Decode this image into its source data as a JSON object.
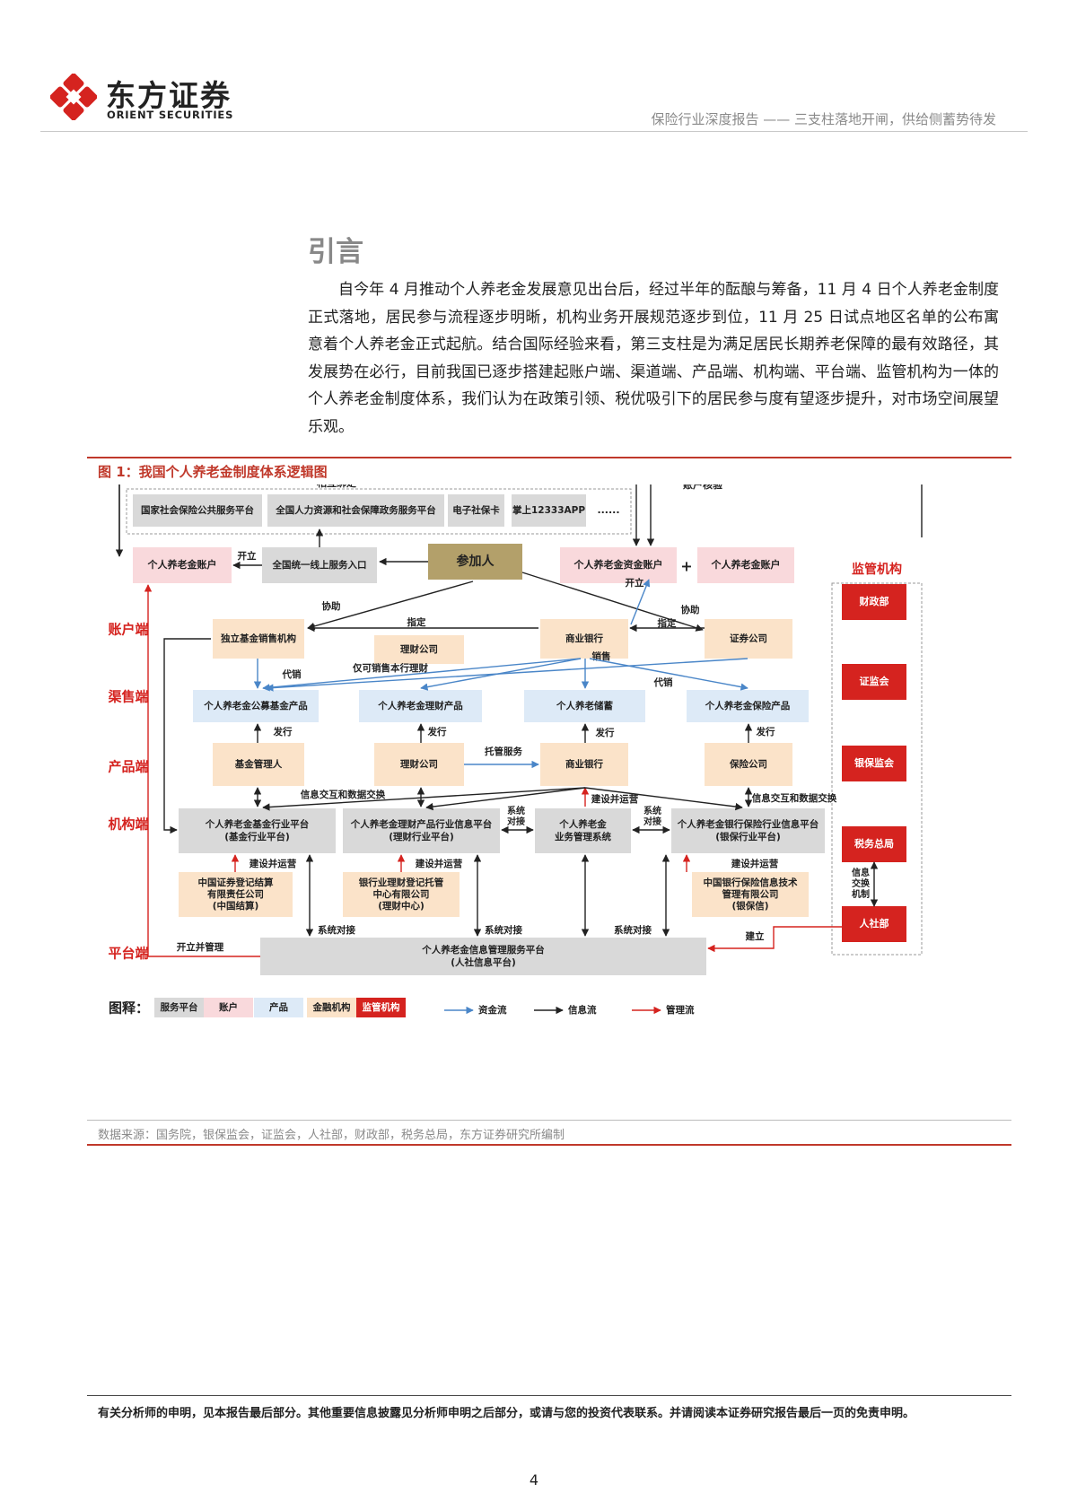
{
  "brand": {
    "name_cn": "东方证券",
    "name_en": "ORIENT SECURITIES",
    "colors": {
      "red": "#d5231f",
      "dark": "#222222"
    }
  },
  "header": {
    "title": "保险行业深度报告 —— 三支柱落地开闸，供给侧蓄势待发"
  },
  "section": {
    "title": "引言",
    "body": "自今年 4 月推动个人养老金发展意见出台后，经过半年的酝酿与筹备，11 月 4 日个人养老金制度正式落地，居民参与流程逐步明晰，机构业务开展规范逐步到位，11 月 25 日试点地区名单的公布寓意着个人养老金正式起航。结合国际经验来看，第三支柱是为满足居民长期养老保障的最有效路径，其发展势在必行，目前我国已逐步搭建起账户端、渠道端、产品端、机构端、平台端、监管机构为一体的个人养老金制度体系，我们认为在政策引领、税优吸引下的居民参与度有望逐步提升，对市场空间展望乐观。"
  },
  "figure": {
    "title": "图 1：我国个人养老金制度体系逻辑图",
    "colors": {
      "service": "#d9d9d9",
      "account": "#f9d9dc",
      "product": "#ddeaf7",
      "finance": "#fbe3c9",
      "regulator": "#d5231f",
      "participant": "#b3a06a",
      "label_red": "#d5231f",
      "money_flow": "#4a86c8",
      "info_flow": "#222222",
      "mgmt_flow": "#d5231f"
    },
    "left_labels": [
      "账户端",
      "渠售端",
      "产品端",
      "机构端",
      "平台端"
    ],
    "top_note": "相互绑定",
    "verify_note": "账户核验",
    "services": [
      "国家社会保险公共服务平台",
      "全国人力资源和社会保障政务服务平台",
      "电子社保卡",
      "掌上12333APP",
      "......"
    ],
    "nodes": {
      "account_left": "个人养老金账户",
      "entry": "全国统一线上服务入口",
      "participant": "参加人",
      "fund_account": "个人养老金资金账户",
      "plus": "+",
      "account_right": "个人养老金账户",
      "indep_fund": "独立基金销售机构",
      "wm_co_channel": "理财公司",
      "bank_channel": "商业银行",
      "securities": "证券公司",
      "prod_fund": "个人养老金公募基金产品",
      "prod_wm": "个人养老金理财产品",
      "prod_savings": "个人养老储蓄",
      "prod_ins": "个人养老金保险产品",
      "fund_mgr": "基金管理人",
      "wm_co": "理财公司",
      "bank_inst": "商业银行",
      "insurer": "保险公司",
      "plat_fund": [
        "个人养老金基金行业平台",
        "(基金行业平台)"
      ],
      "plat_wm": [
        "个人养老金理财产品行业信息平台",
        "(理财行业平台)"
      ],
      "plat_biz": [
        "个人养老金",
        "业务管理系统"
      ],
      "plat_ins": [
        "个人养老金银行保险行业信息平台",
        "(银保行业平台)"
      ],
      "op_fund": [
        "中国证券登记结算",
        "有限责任公司",
        "(中国结算)"
      ],
      "op_wm": [
        "银行业理财登记托管",
        "中心有限公司",
        "(理财中心)"
      ],
      "op_ins": [
        "中国银行保险信息技术",
        "管理有限公司",
        "(银保信)"
      ],
      "central": [
        "个人养老金信息管理服务平台",
        "(人社信息平台)"
      ]
    },
    "edge_labels": {
      "open": "开立",
      "open2": "开立",
      "assist_left": "协助",
      "assist_right": "协助",
      "designate_left": "指定",
      "designate_right": "指定",
      "agency_left": "代销",
      "bank_only": "仅可销售本行理财",
      "sell": "销售",
      "agency_right": "代销",
      "issue1": "发行",
      "issue2": "发行",
      "issue3": "发行",
      "issue4": "发行",
      "custody": "托管服务",
      "info_exchange_left": "信息交互和数据交换",
      "info_exchange_right": "信息交互和数据交换",
      "build_op_top": "建设并运营",
      "build_op1": "建设并运营",
      "build_op2": "建设并运营",
      "build_op3": "建设并运营",
      "sys_link_a": [
        "系统",
        "对接"
      ],
      "sys_link_b": [
        "系统",
        "对接"
      ],
      "sys_link1": "系统对接",
      "sys_link2": "系统对接",
      "sys_link3": "系统对接",
      "open_manage": "开立并管理",
      "build": "建立",
      "info_exchange_mech": [
        "信息",
        "交换",
        "机制"
      ]
    },
    "regulators": {
      "title": "监管机构",
      "items": [
        "财政部",
        "证监会",
        "银保监会",
        "税务总局",
        "人社部"
      ]
    },
    "legend": {
      "label": "图释：",
      "items": [
        "服务平台",
        "账户",
        "产品",
        "金融机构",
        "监管机构"
      ],
      "flows": [
        "资金流",
        "信息流",
        "管理流"
      ]
    }
  },
  "source": "数据来源：国务院，银保监会，证监会，人社部，财政部，税务总局，东方证券研究所编制",
  "footer": {
    "disclaimer": "有关分析师的申明，见本报告最后部分。其他重要信息披露见分析师申明之后部分，或请与您的投资代表联系。并请阅读本证券研究报告最后一页的免责申明。",
    "page_number": "4"
  }
}
